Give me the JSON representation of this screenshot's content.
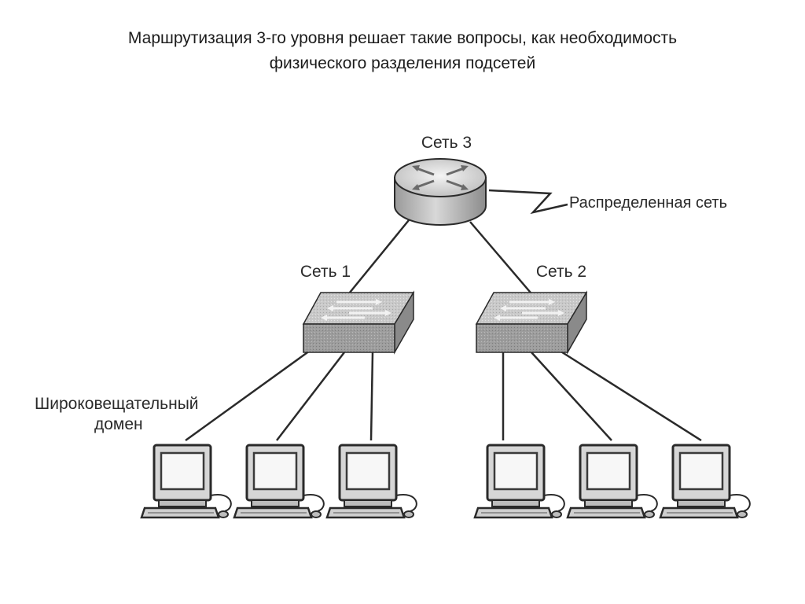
{
  "slide": {
    "title_line1": "Маршрутизация 3-го уровня решает такие вопросы, как необходимость",
    "title_line2": "физического разделения подсетей"
  },
  "diagram": {
    "router_label": "Сеть 3",
    "wan_label": "Распределенная сеть",
    "switch1_label": "Сеть 1",
    "switch2_label": "Сеть 2",
    "broadcast_line1": "Широковещательный",
    "broadcast_line2": "домен",
    "router_icon": "router-icon",
    "switch_icon": "switch-icon",
    "computer_icon": "computer-icon",
    "computer_count": 6
  }
}
